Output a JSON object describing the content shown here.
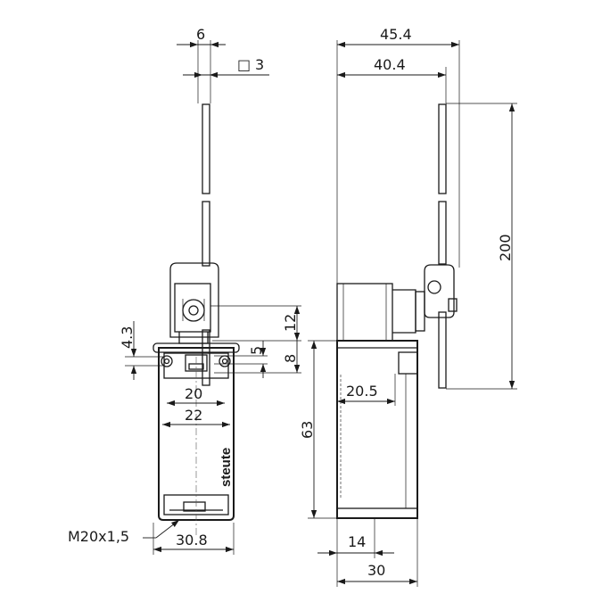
{
  "dimensions": {
    "d6": "6",
    "sq3_symbol": "□",
    "sq3": "3",
    "d45_4": "45.4",
    "d40_4": "40.4",
    "d200": "200",
    "d4_3": "4.3",
    "d12": "12",
    "d5": "5",
    "d8": "8",
    "d20": "20",
    "d22": "22",
    "d20_5": "20.5",
    "d63": "63",
    "thread": "M20x1,5",
    "d30_8": "30.8",
    "d14": "14",
    "d30": "30"
  },
  "brand": "steute",
  "colors": {
    "line": "#1a1a1a",
    "background": "#ffffff"
  }
}
